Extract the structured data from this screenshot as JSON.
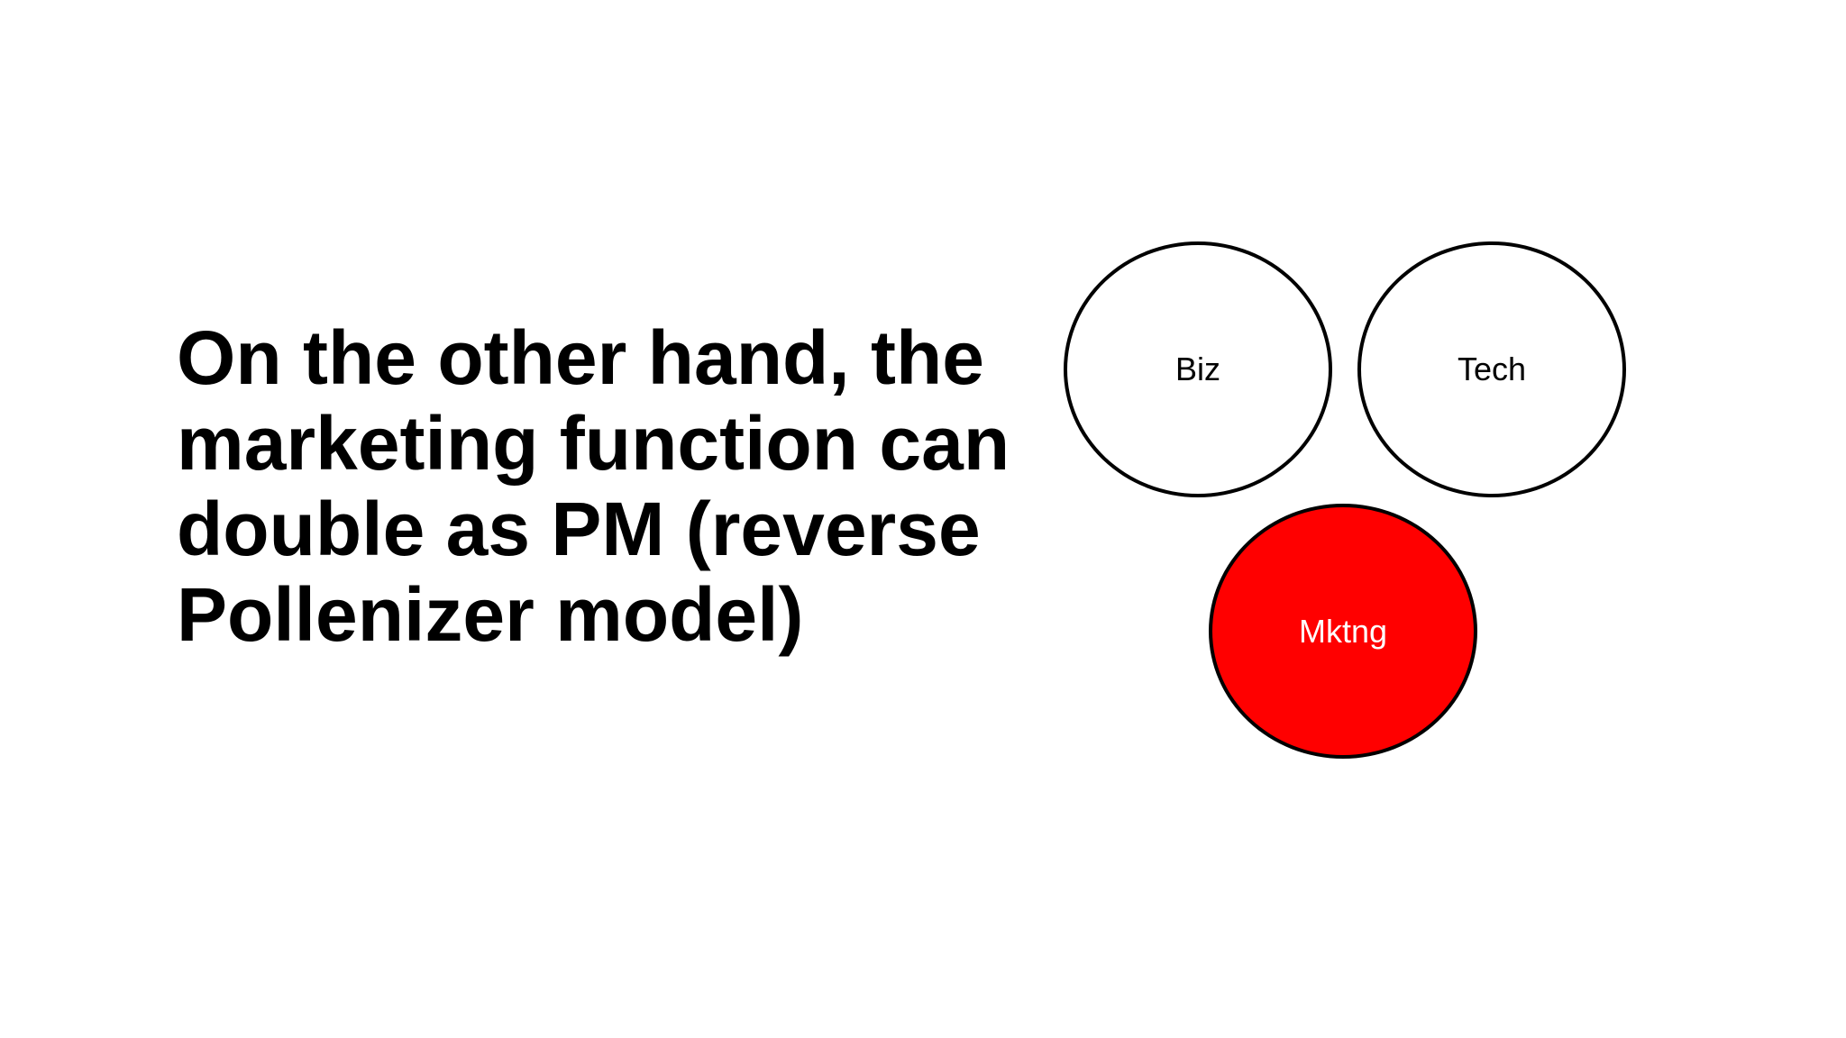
{
  "slide": {
    "heading_lines": [
      "On the other hand, the",
      "marketing function can",
      "double as PM (reverse",
      "Pollenizer model)"
    ],
    "heading_full": "On the other hand, the marketing function can double as PM (reverse Pollenizer model)"
  },
  "diagram": {
    "nodes": [
      {
        "id": "biz",
        "label": "Biz",
        "fill": "#FFFFFF",
        "text_color": "#000000",
        "highlighted": false
      },
      {
        "id": "tech",
        "label": "Tech",
        "fill": "#FFFFFF",
        "text_color": "#000000",
        "highlighted": false
      },
      {
        "id": "mktng",
        "label": "Mktng",
        "fill": "#FF0000",
        "text_color": "#FFFFFF",
        "highlighted": true
      }
    ],
    "stroke_color": "#000000",
    "highlight_color": "#FF0000"
  }
}
